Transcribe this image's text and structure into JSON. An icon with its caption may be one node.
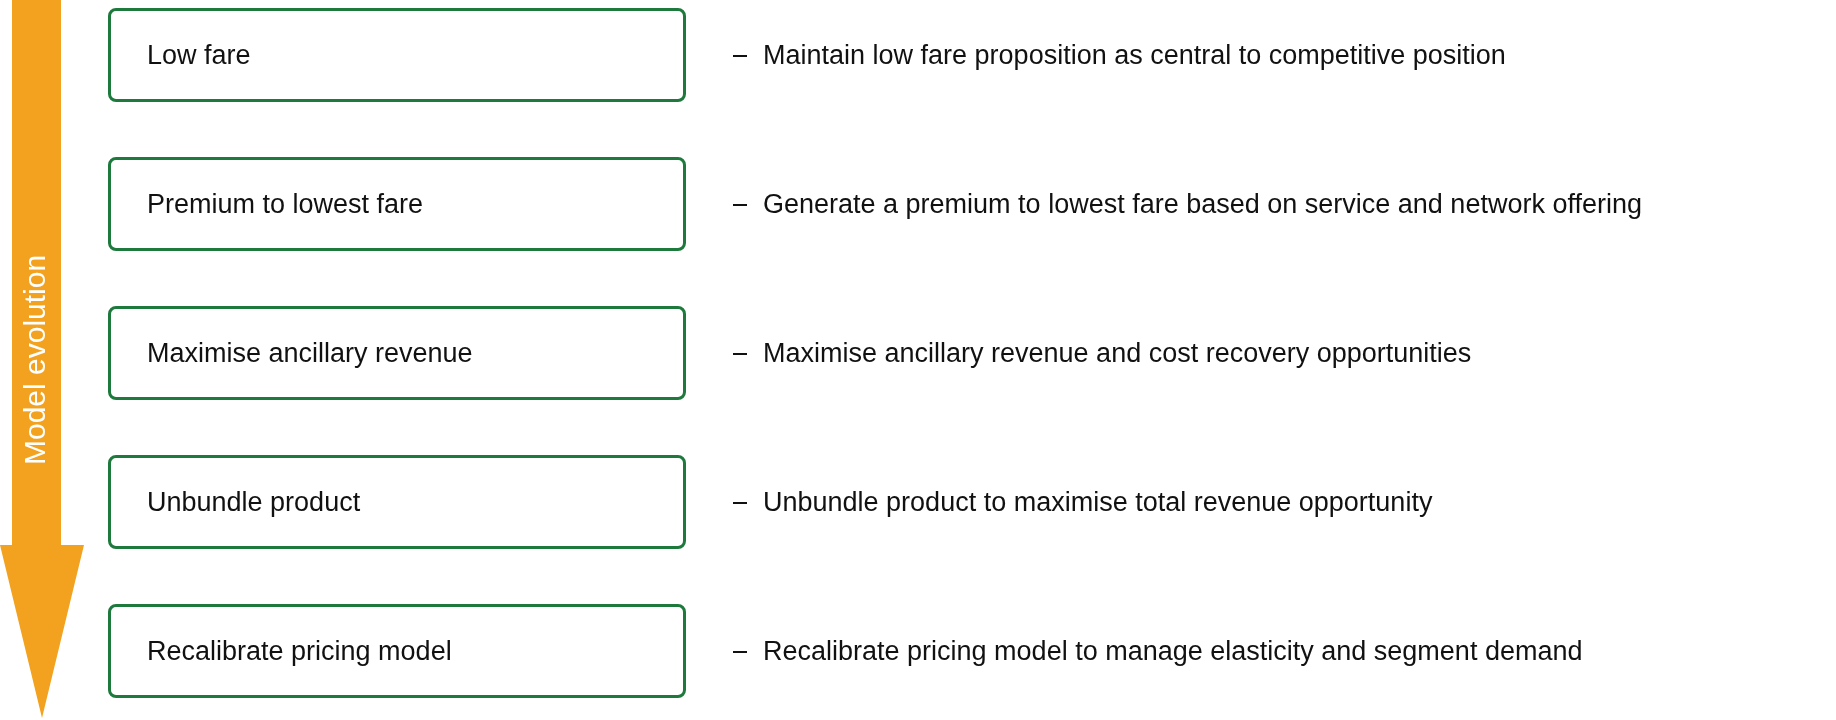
{
  "diagram": {
    "nodes": [
      {
        "text": [
          "Low fare"
        ],
        "beside": [
          "Maintain low fare proposition as central to competitive position"
        ]
      },
      {
        "text": [
          "Premium to lowest fare"
        ],
        "beside": [
          "Generate a premium to lowest fare based on service and network offering"
        ]
      },
      {
        "text": [
          "Maximise ancillary revenue"
        ],
        "beside": [
          "Maximise ancillary revenue and cost recovery opportunities"
        ]
      },
      {
        "text": [
          "Unbundle product"
        ],
        "beside": [
          "Unbundle product to maximise total revenue opportunity"
        ]
      },
      {
        "text": [
          "Recalibrate pricing model"
        ],
        "beside": [
          "Recalibrate pricing model to manage elasticity and segment demand"
        ]
      }
    ],
    "edges": [],
    "labels": [
      "Model evolution"
    ]
  }
}
